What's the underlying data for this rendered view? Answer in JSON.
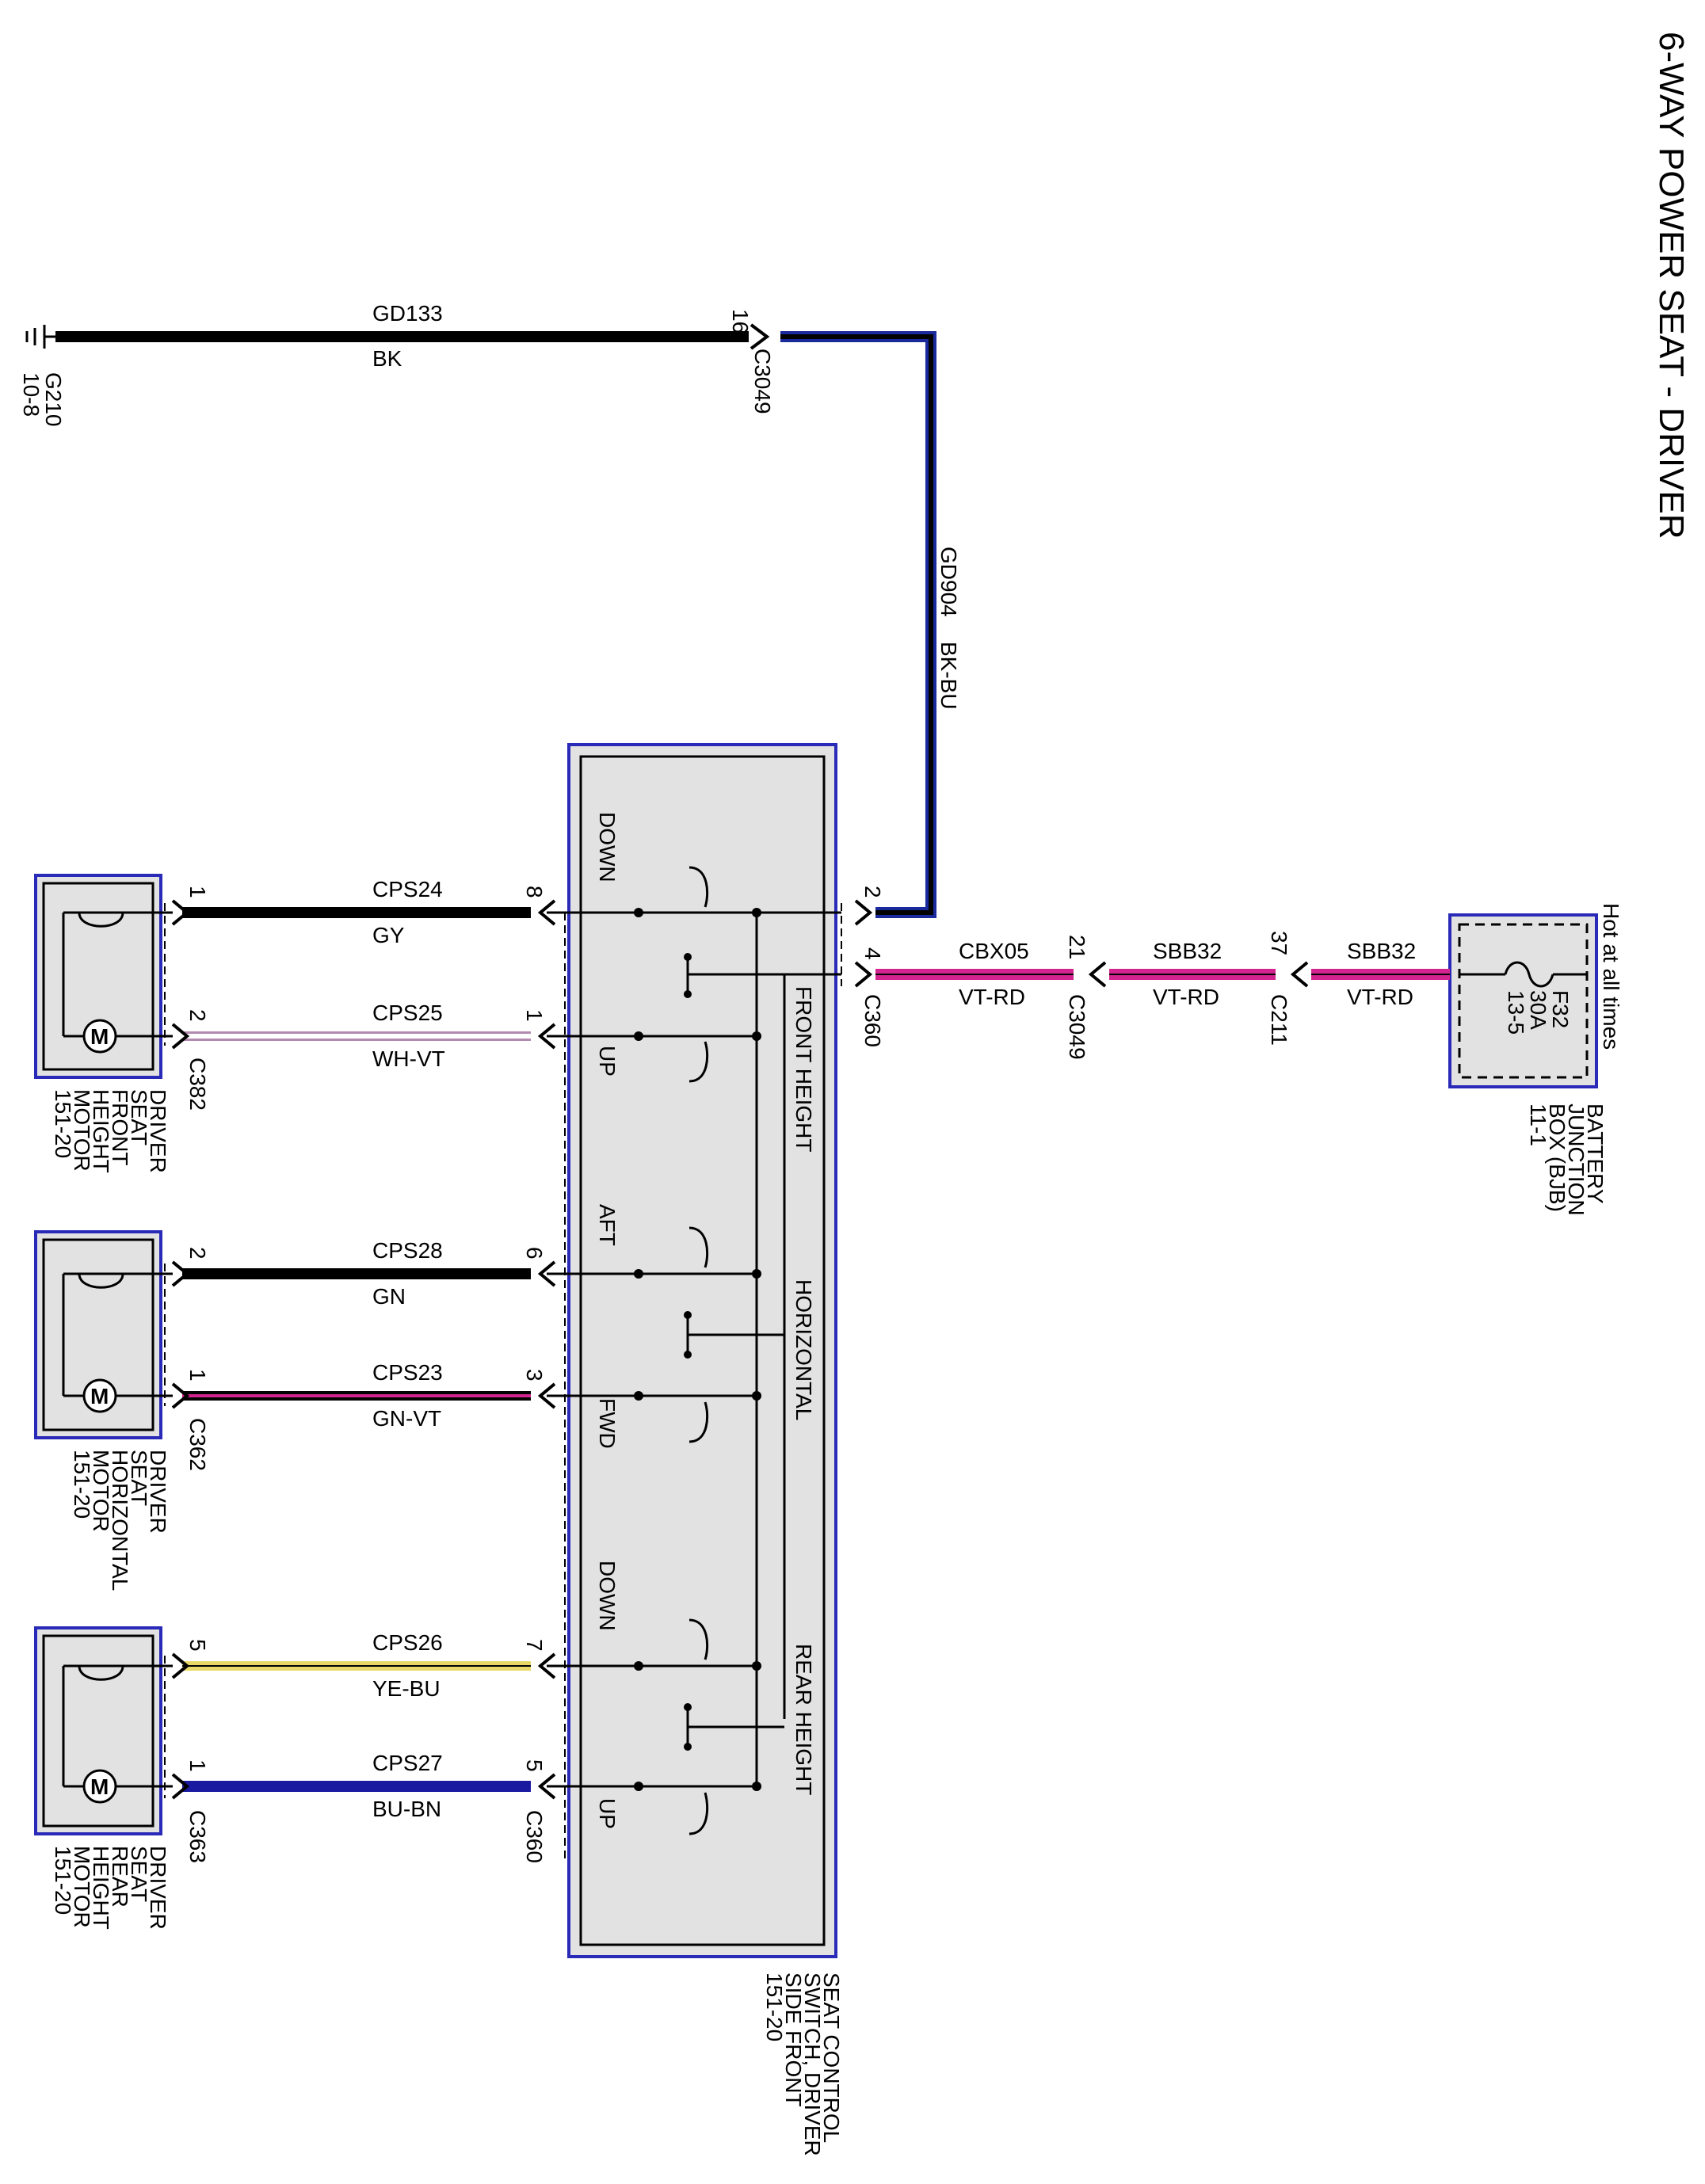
{
  "title": "6-WAY POWER SEAT - DRIVER",
  "colors": {
    "wire_bk": "#000000",
    "wire_bkbu": "#1a2a9c",
    "wire_vtrd": "#d2238f",
    "wire_bubn": "#1a1aa0",
    "wire_yebu": "#e8d86a",
    "box_border": "#2a2ab8",
    "box_fill": "#e2e2e2"
  },
  "ground": {
    "label": "G210",
    "ref": "10-8"
  },
  "battery_junction_box": {
    "hot_label": "Hot at all times",
    "fuse": "F32",
    "rating": "30A",
    "ref": "13-5",
    "name_lines": [
      "BATTERY",
      "JUNCTION",
      "BOX (BJB)",
      "11-1"
    ]
  },
  "seat_switch": {
    "name_lines": [
      "SEAT CONTROL",
      "SWITCH, DRIVER",
      "SIDE FRONT",
      "151-20"
    ],
    "sections": [
      "FRONT HEIGHT",
      "HORIZONTAL",
      "REAR HEIGHT"
    ],
    "positions": [
      "DOWN",
      "UP",
      "AFT",
      "FWD",
      "DOWN",
      "UP"
    ]
  },
  "motors": [
    {
      "name_lines": [
        "DRIVER",
        "SEAT",
        "FRONT",
        "HEIGHT",
        "MOTOR",
        "151-20"
      ],
      "connector": "C382"
    },
    {
      "name_lines": [
        "DRIVER",
        "SEAT",
        "HORIZONTAL",
        "MOTOR",
        "151-20"
      ],
      "connector": "C362"
    },
    {
      "name_lines": [
        "DRIVER",
        "SEAT",
        "REAR",
        "HEIGHT",
        "MOTOR",
        "151-20"
      ],
      "connector": "C363"
    }
  ],
  "wires": [
    {
      "circuit": "GD133",
      "color": "BK"
    },
    {
      "circuit": "GD904",
      "color": "BK-BU"
    },
    {
      "circuit": "CBX05",
      "color": "VT-RD"
    },
    {
      "circuit": "SBB32",
      "color": "VT-RD"
    },
    {
      "circuit": "SBB32",
      "color": "VT-RD"
    },
    {
      "circuit": "CPS24",
      "color": "GY"
    },
    {
      "circuit": "CPS25",
      "color": "WH-VT"
    },
    {
      "circuit": "CPS28",
      "color": "GN"
    },
    {
      "circuit": "CPS23",
      "color": "GN-VT"
    },
    {
      "circuit": "CPS26",
      "color": "YE-BU"
    },
    {
      "circuit": "CPS27",
      "color": "BU-BN"
    }
  ],
  "connectors": {
    "c3049_top": {
      "name": "C3049",
      "pin": "16"
    },
    "c3049": {
      "name": "C3049",
      "pin": "21"
    },
    "c211": {
      "name": "C211",
      "pin": "37"
    },
    "c360": {
      "name": "C360",
      "pins": [
        "2",
        "4"
      ]
    },
    "c360_bottom": {
      "name": "C360"
    },
    "switch_pins": [
      "8",
      "1",
      "6",
      "3",
      "7",
      "5"
    ],
    "motor_pins": [
      "1",
      "2",
      "2",
      "1",
      "5",
      "1"
    ]
  }
}
